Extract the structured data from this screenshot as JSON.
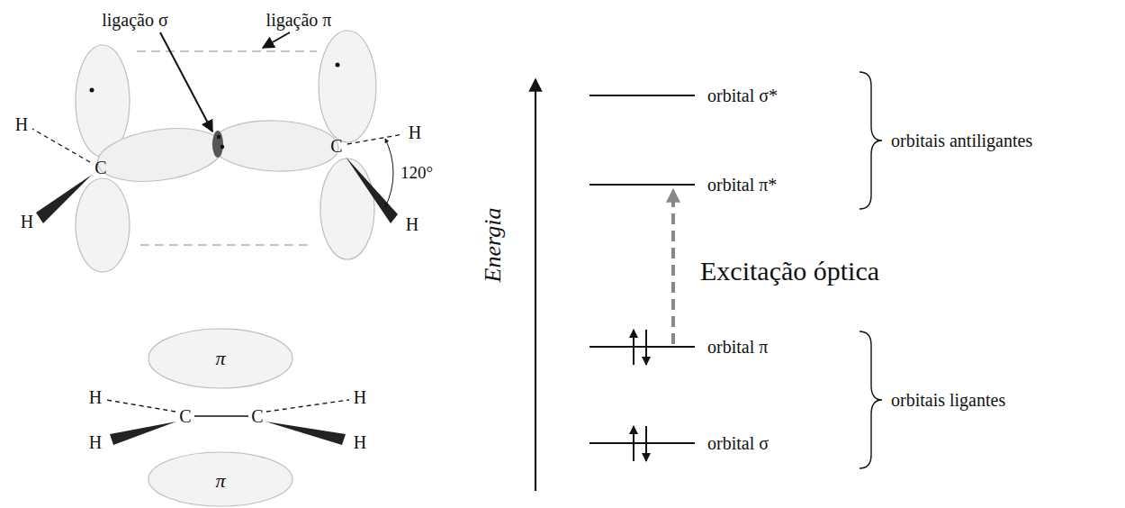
{
  "diagram": {
    "labels": [
      "ligação σ",
      "ligação π",
      "H",
      "C",
      "H",
      "C",
      "H",
      "120°",
      "H",
      "π",
      "H",
      "C",
      "C",
      "H",
      "H",
      "H",
      "π",
      "Energia",
      "orbital σ*",
      "orbital π*",
      "Excitação óptica",
      "orbital π",
      "orbital σ",
      "orbitais antiligantes",
      "orbitais ligantes"
    ]
  }
}
